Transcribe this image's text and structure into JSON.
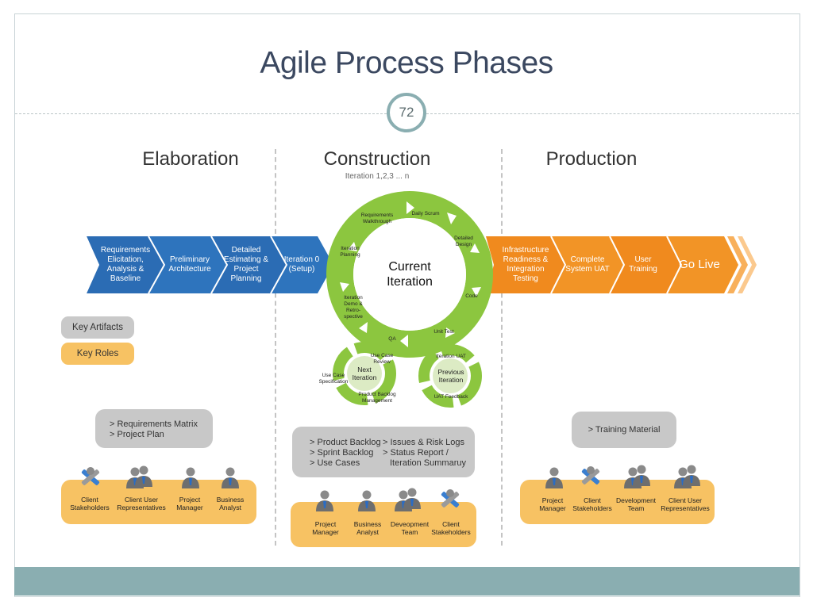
{
  "title": "Agile Process Phases",
  "page_number": "72",
  "colors": {
    "blue": "#2b6cb4",
    "orange": "#f08a1e",
    "green": "#8cc63f",
    "role_fill": "#f7c263",
    "artifact_fill": "#c8c8c8",
    "teal": "#8aaeb1"
  },
  "phases": {
    "elaboration": "Elaboration",
    "construction": "Construction",
    "construction_sub": "Iteration 1,2,3 ... n",
    "production": "Production"
  },
  "blue_steps": [
    "Requirements Elicitation, Analysis & Baseline",
    "Preliminary Architecture",
    "Detailed Estimating & Project Planning",
    "Iteration 0 (Setup)"
  ],
  "orange_steps": [
    "Infrastructure Readiness & Integration Testing",
    "Complete System UAT",
    "User Training"
  ],
  "go_live": "Go Live",
  "cycle": {
    "center": "Current Iteration",
    "steps": [
      "Requirements Walkthrough",
      "Daily Scrum",
      "Detailed Design",
      "Code",
      "Unit Test",
      "QA",
      "Iteration Demo & Retro-spective",
      "Iteration Planning"
    ]
  },
  "next_iteration": {
    "center": "Next Iteration",
    "labels": [
      "Use Case Review",
      "Use Case Specification",
      "Product Backlog Management"
    ]
  },
  "previous_iteration": {
    "center": "Previous Iteration",
    "labels": [
      "Iteration UAT",
      "UAT Feedback"
    ]
  },
  "legend": {
    "artifacts": "Key Artifacts",
    "roles": "Key Roles"
  },
  "artifacts": {
    "elaboration": [
      "> Requirements Matrix",
      "> Project Plan"
    ],
    "construction_left": [
      "> Product Backlog",
      "> Sprint Backlog",
      "> Use Cases"
    ],
    "construction_right": [
      "> Issues & Risk Logs",
      "> Status Report /",
      "Iteration Summaruy"
    ],
    "production": [
      "> Training Material"
    ]
  },
  "roles": {
    "elaboration": [
      "Client Stakeholders",
      "Client User Representatives",
      "Project Manager",
      "Business Analyst"
    ],
    "construction": [
      "Project Manager",
      "Business Analyst",
      "Deveopment Team",
      "Client Stakeholders"
    ],
    "production": [
      "Project Manager",
      "Client Stakeholders",
      "Development Team",
      "Client User Representatives"
    ]
  }
}
